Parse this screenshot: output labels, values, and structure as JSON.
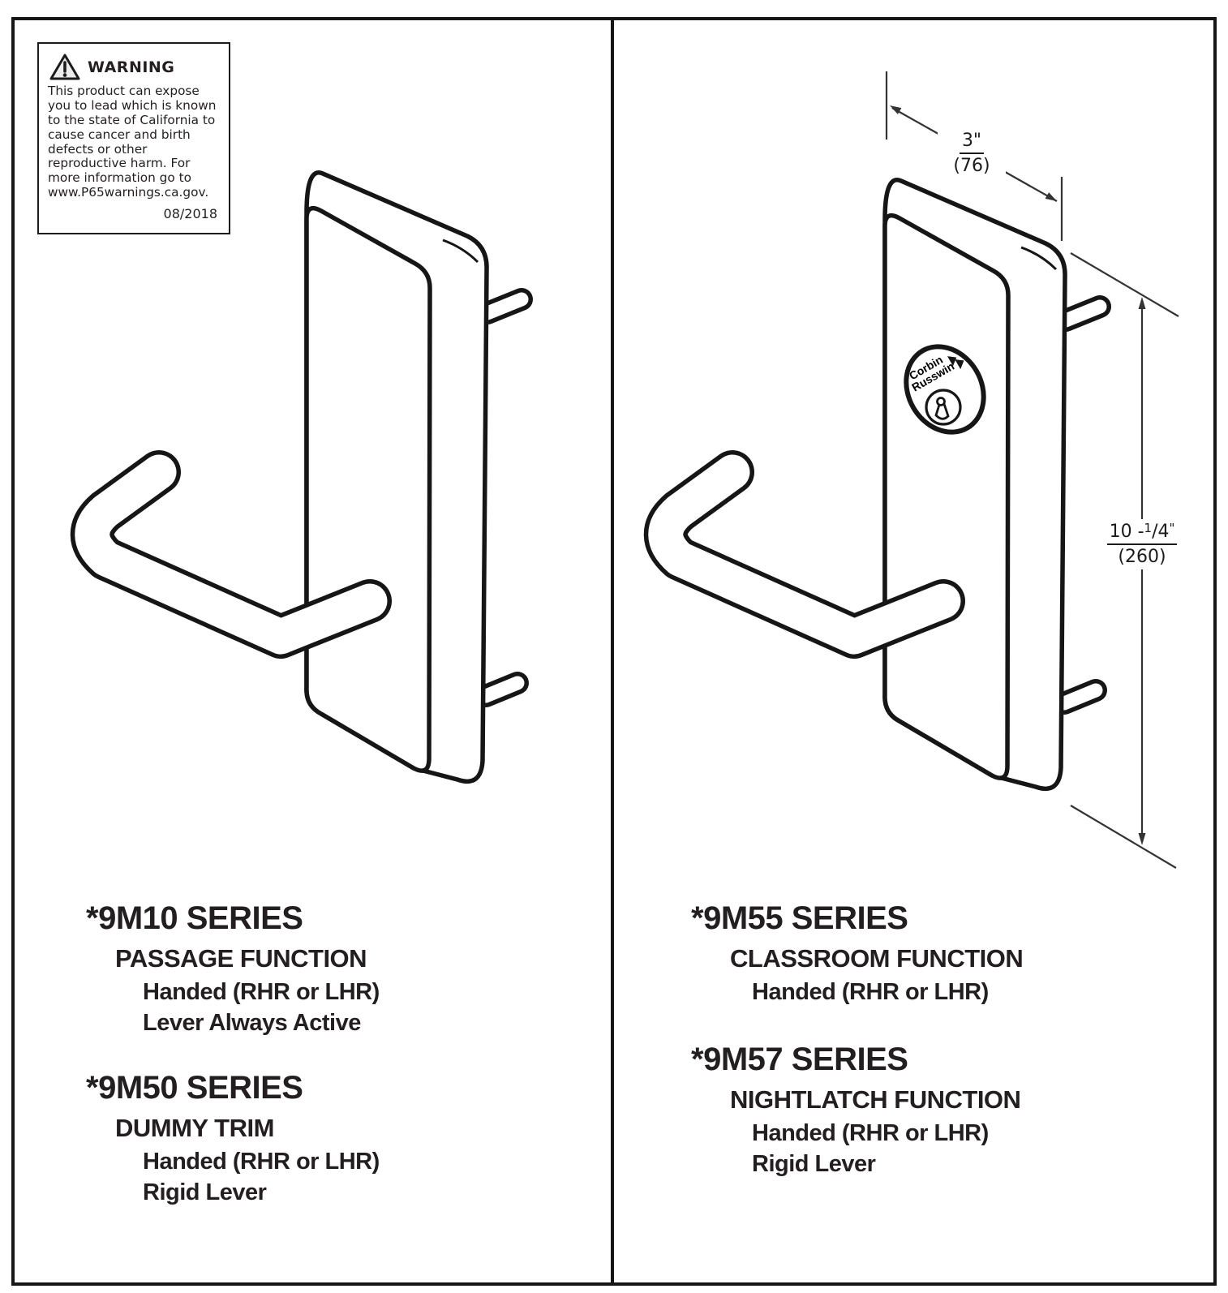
{
  "ink": "#161616",
  "warning_box": {
    "title": "WARNING",
    "body": "This product can expose you to lead which is known to the state of California to cause cancer and birth defects or other reproductive harm. For more information go to www.P65warnings.ca.gov.",
    "date": "08/2018"
  },
  "left_panel": {
    "products": [
      {
        "series": "*9M10 SERIES",
        "function": "PASSAGE FUNCTION",
        "lines": [
          "Handed (RHR or LHR)",
          "Lever Always Active"
        ]
      },
      {
        "series": "*9M50 SERIES",
        "function": "DUMMY TRIM",
        "lines": [
          "Handed (RHR or LHR)",
          "Rigid Lever"
        ]
      }
    ]
  },
  "right_panel": {
    "products": [
      {
        "series": "*9M55 SERIES",
        "function": "CLASSROOM FUNCTION",
        "lines": [
          "Handed (RHR or LHR)"
        ]
      },
      {
        "series": "*9M57 SERIES",
        "function": "NIGHTLATCH FUNCTION",
        "lines": [
          "Handed (RHR or LHR)",
          "Rigid Lever"
        ]
      }
    ],
    "dimensions": {
      "width": {
        "inches": "3\"",
        "mm": "(76)"
      },
      "height": {
        "whole": "10 -",
        "frac_num": "1",
        "frac_den": "/4",
        "unit": "\"",
        "mm": "(260)"
      }
    },
    "cylinder_logo": {
      "line1": "Corbin",
      "line2": "Russwin"
    }
  }
}
